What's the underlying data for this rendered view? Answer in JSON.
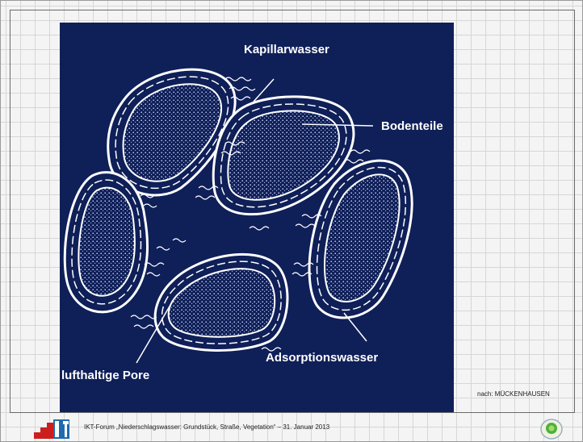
{
  "diagram": {
    "labels": {
      "capillary": "Kapillarwasser",
      "particles": "Bodenteile",
      "air_pore": "lufthaltige Pore",
      "adsorption": "Adsorptionswasser"
    }
  },
  "source_note": "nach: MÜCKENHAUSEN",
  "footer": {
    "text": "IKT-Forum „Niederschlagswasser: Grundstück, Straße, Vegetation“ – 31. Januar 2013",
    "logo_text": "IKT"
  },
  "colors": {
    "figure_background": "#0f1f58",
    "line_color": "#ffffff",
    "logo_red": "#cc1e1e",
    "logo_blue": "#1f6bb0"
  }
}
